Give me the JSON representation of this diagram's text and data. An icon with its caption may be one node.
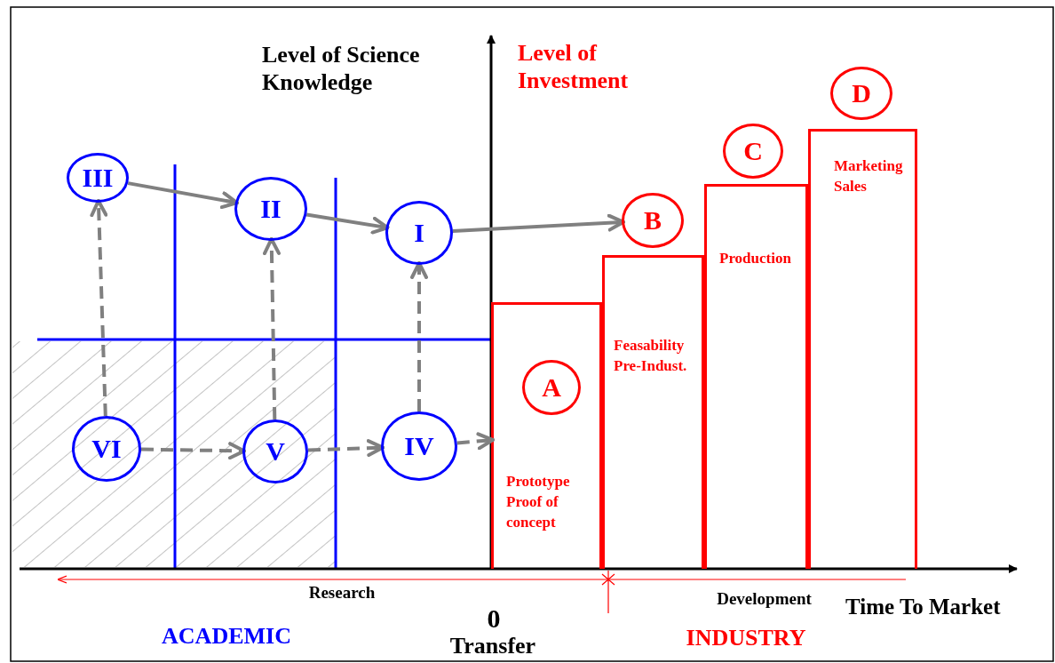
{
  "diagram": {
    "nodes": [
      {
        "text": [
          "III"
        ]
      },
      {
        "text": [
          "II"
        ]
      },
      {
        "text": [
          "I"
        ]
      },
      {
        "text": [
          "VI"
        ]
      },
      {
        "text": [
          "V"
        ]
      },
      {
        "text": [
          "IV"
        ]
      },
      {
        "text": [
          "Prototype Proof of concept"
        ]
      },
      {
        "text": [
          "A"
        ],
        "in": 6
      },
      {
        "text": [
          "B"
        ]
      },
      {
        "text": [
          "Feasability Pre-Indust."
        ]
      },
      {
        "text": [
          "C"
        ]
      },
      {
        "text": [
          "Production"
        ]
      },
      {
        "text": [
          "D"
        ]
      },
      {
        "text": [
          "Marketing Sales"
        ]
      }
    ],
    "edges": [
      {
        "from": 0,
        "to": 1,
        "arrow": "to"
      },
      {
        "from": 1,
        "to": 2,
        "arrow": "to"
      },
      {
        "from": 2,
        "to": 8,
        "arrow": "to"
      },
      {
        "from": 3,
        "to": 0,
        "arrow": "to",
        "style": "dashed"
      },
      {
        "from": 4,
        "to": 1,
        "arrow": "to",
        "style": "dashed"
      },
      {
        "from": 5,
        "to": 2,
        "arrow": "to",
        "style": "dashed"
      },
      {
        "from": 3,
        "to": 4,
        "arrow": "to",
        "style": "dashed"
      },
      {
        "from": 4,
        "to": 5,
        "arrow": "to",
        "style": "dashed"
      },
      {
        "from": 5,
        "to": 6,
        "arrow": "to",
        "style": "dashed"
      }
    ],
    "labels": [
      "Level of Science Knowledge",
      "Level of Investment",
      "Research",
      "Development",
      "Time To Market",
      "0",
      "Transfer",
      "ACADEMIC",
      "INDUSTRY"
    ]
  }
}
